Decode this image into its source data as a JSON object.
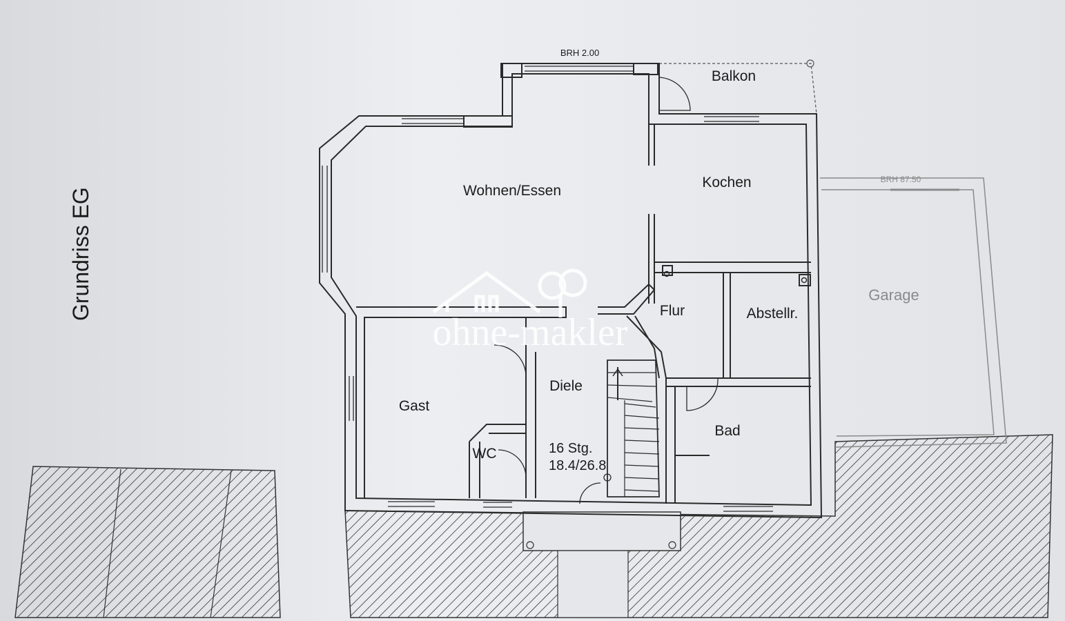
{
  "drawing": {
    "title": "Grundriss EG",
    "annotations": {
      "brh_top": "BRH 2.00",
      "brh_garage": "BRH 87.50"
    },
    "rooms": {
      "balkon": "Balkon",
      "wohnen": "Wohnen/Essen",
      "kochen": "Kochen",
      "flur": "Flur",
      "abstell": "Abstellr.",
      "gast": "Gast",
      "diele": "Diele",
      "wc": "WC",
      "bad": "Bad",
      "garage": "Garage"
    },
    "stairs": {
      "steps": "16 Stg.",
      "dims": "18.4/26.8"
    }
  },
  "watermark": {
    "text": "ohne-makler"
  },
  "colors": {
    "paper": "#e6e7ea",
    "wall": "#2a2a2a",
    "watermark": "#ffffff"
  }
}
